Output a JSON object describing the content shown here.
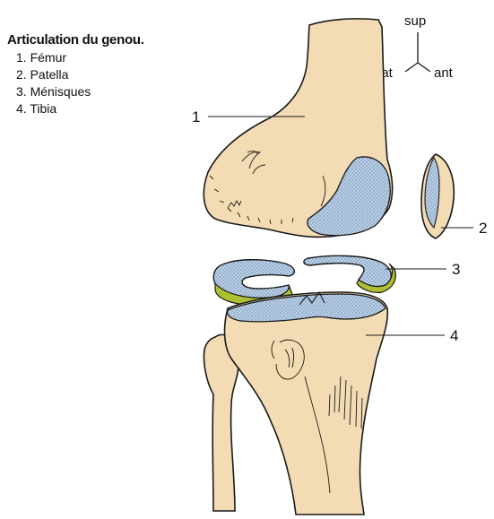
{
  "legend": {
    "title": "Articulation du genou.",
    "items": [
      "1. Fémur",
      "2. Patella",
      "3. Ménisques",
      "4. Tibia"
    ]
  },
  "orientation": {
    "sup": "sup",
    "lat": "lat",
    "ant": "ant"
  },
  "callouts": [
    "1",
    "2",
    "3",
    "4"
  ],
  "colors": {
    "bone": "#f3dcb4",
    "cartilage": "#b7cfe8",
    "meniscus_edge": "#c9da3c",
    "ink": "#1a1a1a"
  }
}
